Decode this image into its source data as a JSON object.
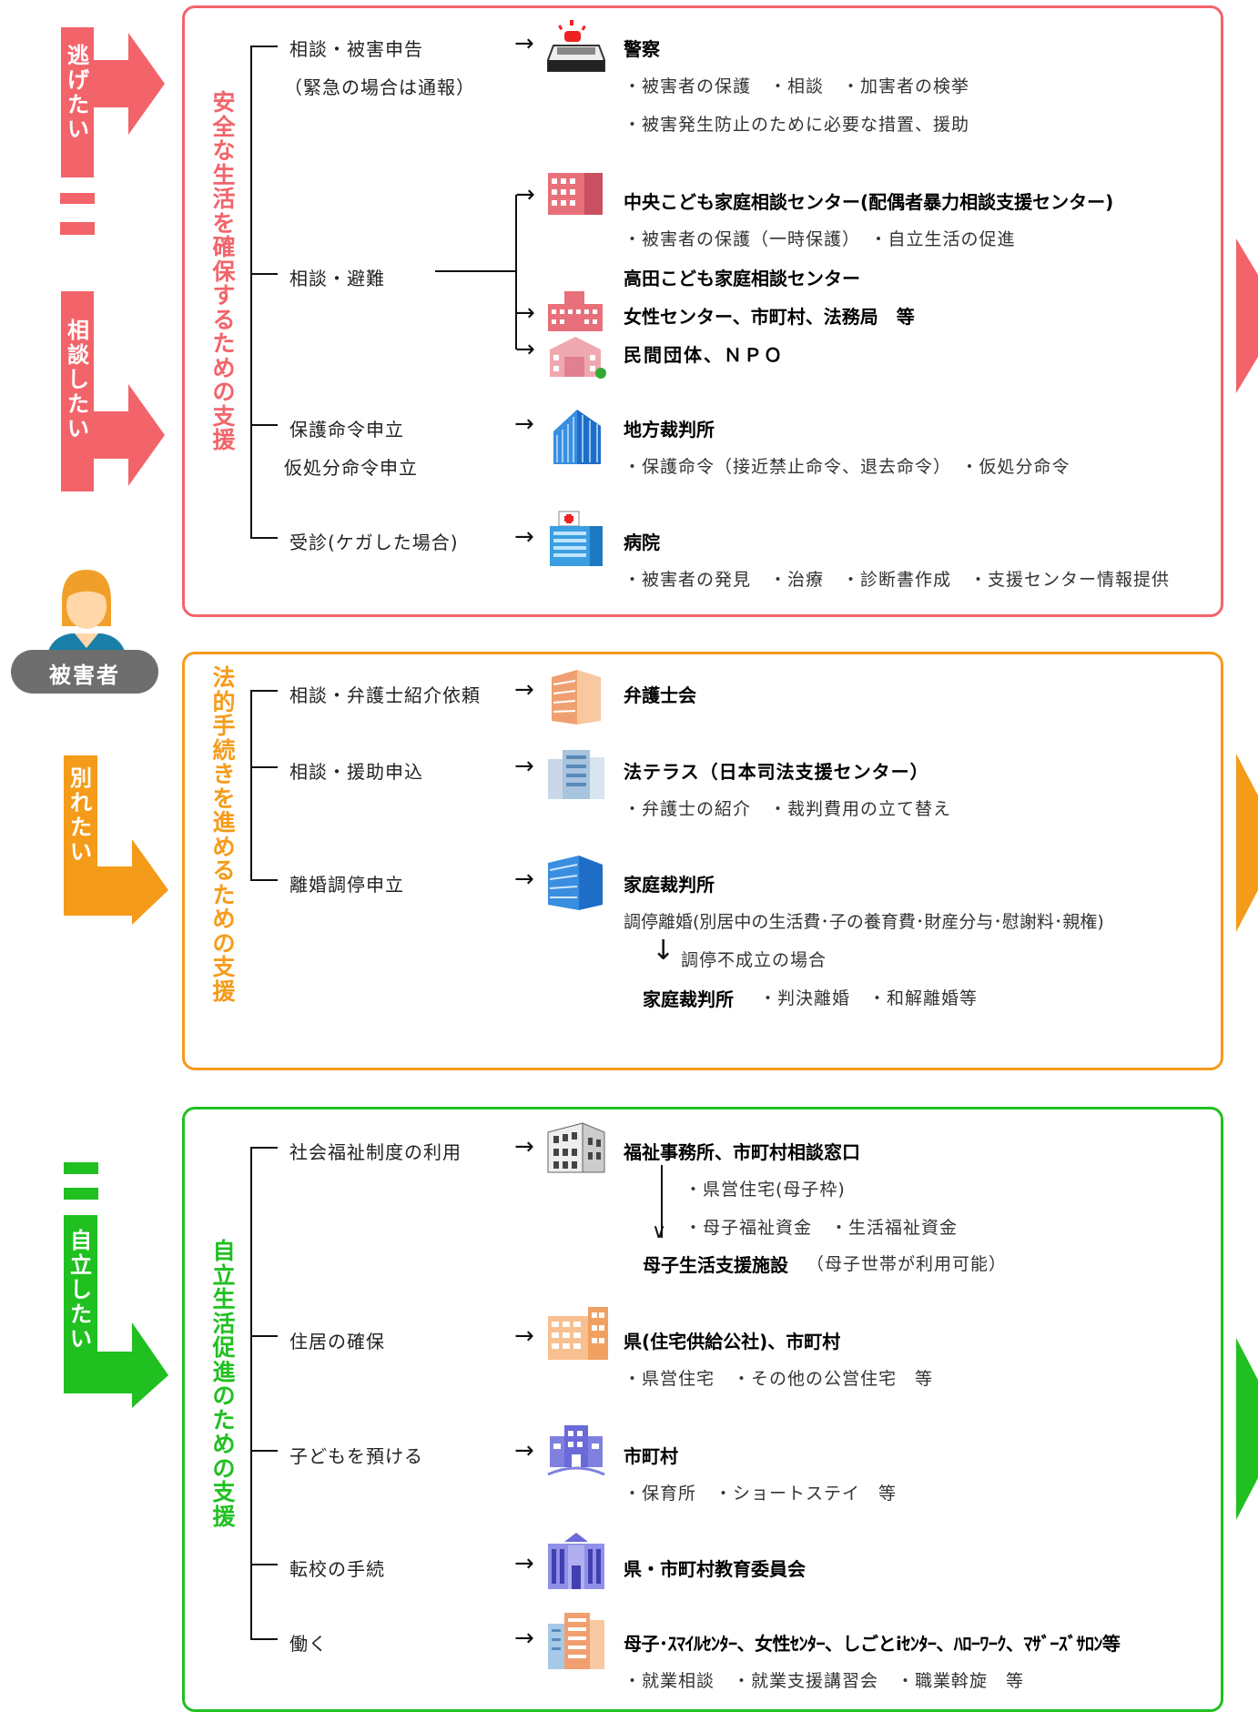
{
  "colors": {
    "red": "#f2646a",
    "redArrow": "#f2646a",
    "orange": "#f59b1a",
    "green": "#20c020"
  },
  "side": {
    "flee": "逃げたい",
    "consult": "相談したい",
    "victim": "被害者",
    "separate": "別れたい",
    "independent": "自立したい"
  },
  "sections": {
    "safe": {
      "title": "安全な生活を確保するための支援",
      "rows": [
        {
          "req1": "相談・被害申告",
          "req2": "（緊急の場合は通報）",
          "icon": "police-car-icon",
          "name": "警察",
          "items": [
            "・被害者の保護　・相談　・加害者の検挙",
            "・被害発生防止のために必要な措置、援助"
          ]
        },
        {
          "req1": "相談・避難",
          "name": "中央こども家庭相談センター(配偶者暴力相談支援センター)",
          "items": [
            "・被害者の保護（一時保護）　・自立生活の促進"
          ],
          "name2": "高田こども家庭相談センター",
          "name3": "女性センター、市町村、法務局　等",
          "name4": "民間団体、ＮＰＯ"
        },
        {
          "req1": "保護命令申立",
          "req2": "仮処分命令申立",
          "name": "地方裁判所",
          "items": [
            "・保護命令（接近禁止命令、退去命令）　・仮処分命令"
          ]
        },
        {
          "req1": "受診(ケガした場合)",
          "name": "病院",
          "items": [
            "・被害者の発見　・治療　・診断書作成　・支援センター情報提供"
          ]
        }
      ]
    },
    "legal": {
      "title": "法的手続きを進めるための支援",
      "rows": [
        {
          "req1": "相談・弁護士紹介依頼",
          "name": "弁護士会"
        },
        {
          "req1": "相談・援助申込",
          "name": "法テラス（日本司法支援センター）",
          "items": [
            "・弁護士の紹介　・裁判費用の立て替え"
          ]
        },
        {
          "req1": "離婚調停申立",
          "name": "家庭裁判所",
          "items": [
            "調停離婚(別居中の生活費･子の養育費･財産分与･慰謝料･親権)"
          ],
          "note": "調停不成立の場合",
          "name2": "家庭裁判所",
          "items2": "・判決離婚　・和解離婚等"
        }
      ]
    },
    "indep": {
      "title": "自立生活促進のための支援",
      "rows": [
        {
          "req1": "社会福祉制度の利用",
          "name": "福祉事務所、市町村相談窓口",
          "items": [
            "・県営住宅(母子枠)",
            "・母子福祉資金　・生活福祉資金"
          ],
          "name2": "母子生活支援施設",
          "name2note": "（母子世帯が利用可能）"
        },
        {
          "req1": "住居の確保",
          "name": "県(住宅供給公社)、市町村",
          "items": [
            "・県営住宅　・その他の公営住宅　等"
          ]
        },
        {
          "req1": "子どもを預ける",
          "name": "市町村",
          "items": [
            "・保育所　・ショートステイ　等"
          ]
        },
        {
          "req1": "転校の手続",
          "name": "県・市町村教育委員会"
        },
        {
          "req1": "働く",
          "name": "母子･ｽﾏｲﾙｾﾝﾀｰ、女性ｾﾝﾀｰ、しごとiｾﾝﾀｰ、ﾊﾛｰﾜｰｸ、ﾏｻﾞｰｽﾞｻﾛﾝ等",
          "items": [
            "・就業相談　・就業支援講習会　・職業斡旋　等"
          ]
        }
      ]
    }
  }
}
